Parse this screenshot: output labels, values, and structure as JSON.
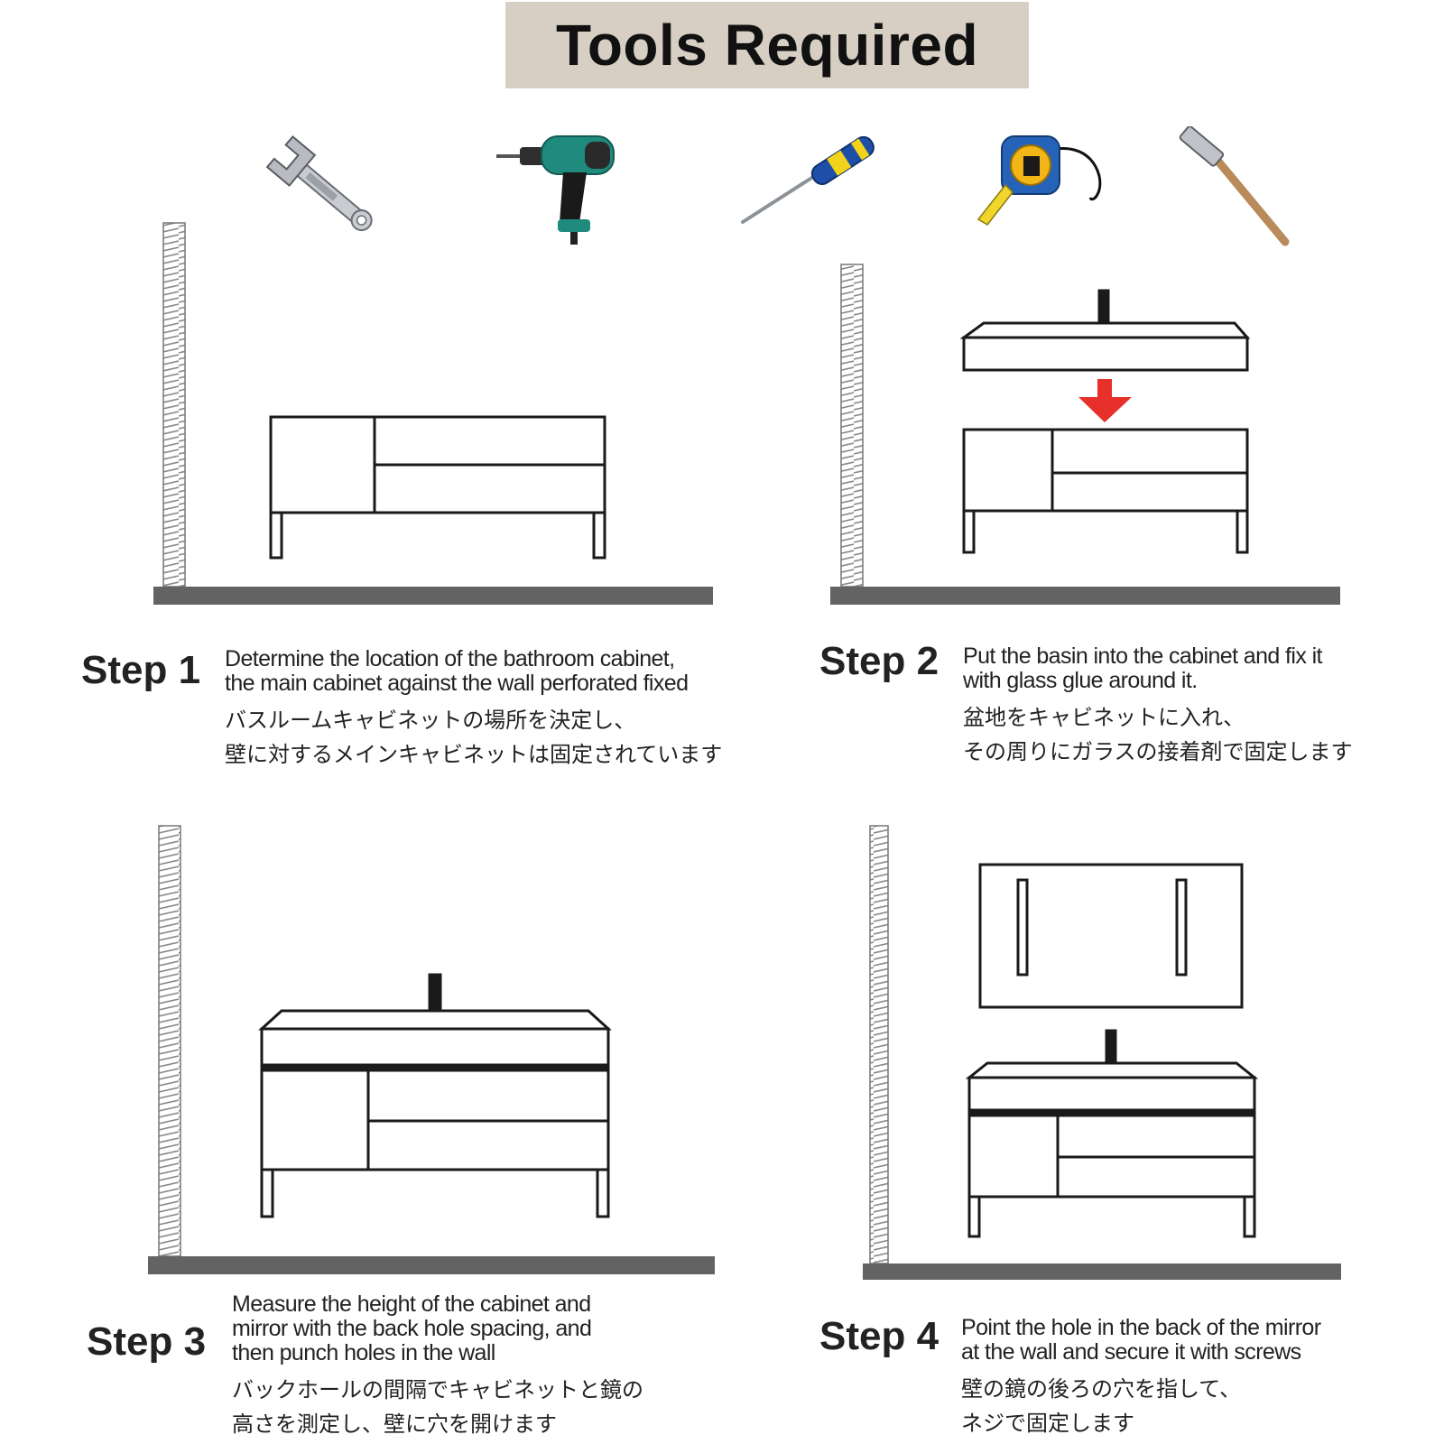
{
  "header": {
    "title": "Tools Required"
  },
  "tools": [
    {
      "name": "wrench-icon"
    },
    {
      "name": "impact-drill-icon"
    },
    {
      "name": "screwdriver-icon"
    },
    {
      "name": "tape-measure-icon"
    },
    {
      "name": "hammer-icon"
    }
  ],
  "colors": {
    "banner": "#d8cfc4",
    "floor": "#636363",
    "arrow": "#e8302a",
    "line": "#1a1a1a"
  },
  "steps": [
    {
      "label": "Step 1",
      "en": [
        "Determine the location of the bathroom cabinet,",
        "the main cabinet against the wall perforated fixed"
      ],
      "jp": [
        "バスルームキャビネットの場所を決定し、",
        "壁に対するメインキャビネットは固定されています"
      ]
    },
    {
      "label": "Step 2",
      "en": [
        "Put the basin into the cabinet and fix it",
        "with glass glue around it."
      ],
      "jp": [
        "盆地をキャビネットに入れ、",
        "その周りにガラスの接着剤で固定します"
      ]
    },
    {
      "label": "Step 3",
      "en": [
        "Measure the height of the cabinet and",
        "mirror with the back hole spacing, and",
        "then punch holes in the wall"
      ],
      "jp": [
        "バックホールの間隔でキャビネットと鏡の",
        "高さを測定し、壁に穴を開けます"
      ]
    },
    {
      "label": "Step 4",
      "en": [
        "Point the hole in the back of the mirror",
        "at the wall and secure it with screws"
      ],
      "jp": [
        "壁の鏡の後ろの穴を指して、",
        "ネジで固定します"
      ]
    }
  ]
}
